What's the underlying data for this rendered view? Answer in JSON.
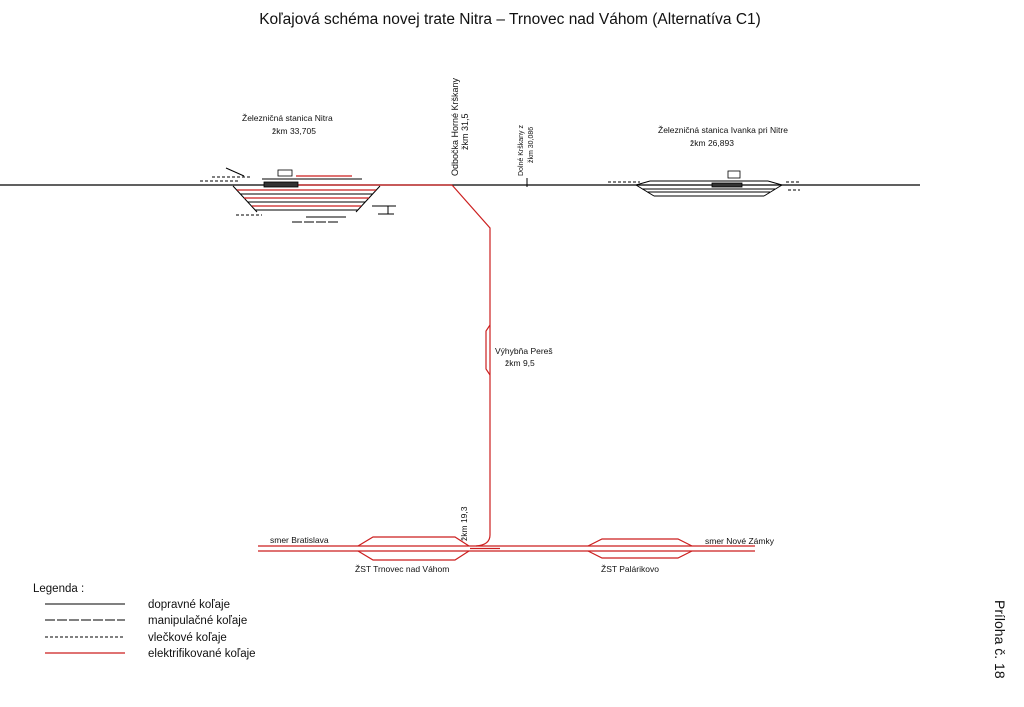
{
  "title": "Koľajová schéma novej trate Nitra – Trnovec nad Váhom (Alternatíva C1)",
  "stations": {
    "nitra": {
      "name": "Železničná stanica Nitra",
      "km": "žkm 33,705"
    },
    "horne_krskany": {
      "name": "Odbočka Horné Krškany",
      "km": "žkm 31,5"
    },
    "dolne_krskany": {
      "name": "Dolné Krškany z",
      "km": "žkm 30,086"
    },
    "ivanka": {
      "name": "Železničná stanica Ivanka pri Nitre",
      "km": "žkm 26,893"
    },
    "peres": {
      "name": "Výhybňa Pereš",
      "km": "žkm 9,5"
    },
    "junction": {
      "km": "žkm 19,3"
    },
    "trnovec": {
      "name": "ŽST Trnovec nad Váhom"
    },
    "palarikovo": {
      "name": "ŽST Palárikovo"
    }
  },
  "directions": {
    "west": "smer Bratislava",
    "east": "smer Nové Zámky"
  },
  "legend": {
    "title": "Legenda :",
    "items": [
      "dopravné koľaje",
      "manipulačné koľaje",
      "vlečkové koľaje",
      "elektrifikované koľaje"
    ]
  },
  "annex": "Príloha č. 18",
  "colors": {
    "electrified": "#cc1f1f",
    "track": "#000000"
  }
}
